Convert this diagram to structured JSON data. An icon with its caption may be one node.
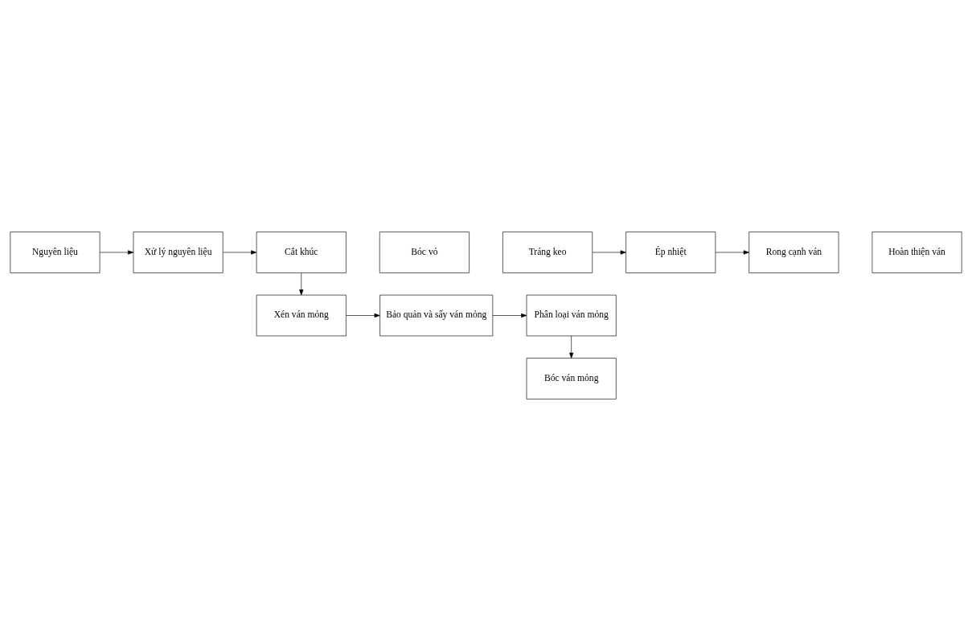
{
  "diagram": {
    "nodes": [
      {
        "text": [
          "Nguyên liệu"
        ]
      },
      {
        "text": [
          "Xử lý nguyên liệu"
        ]
      },
      {
        "text": [
          "Cắt khúc"
        ]
      },
      {
        "text": [
          "Bóc vỏ"
        ]
      },
      {
        "text": [
          "Phân loại ván mỏng"
        ]
      },
      {
        "text": [
          "Bảo quản và sấy ván mỏng"
        ]
      },
      {
        "text": [
          "Xén ván mỏng"
        ]
      },
      {
        "text": [
          "Bóc ván mỏng"
        ]
      },
      {
        "text": [
          "Tráng keo"
        ]
      },
      {
        "text": [
          "Ép nhiệt"
        ]
      },
      {
        "text": [
          "Rong cạnh ván"
        ]
      },
      {
        "text": [
          "Hoàn thiện ván"
        ]
      }
    ],
    "edges": [
      {
        "from": 0,
        "to": 1,
        "arrow": "to"
      },
      {
        "from": 1,
        "to": 2,
        "arrow": "to"
      },
      {
        "from": 2,
        "to": 6,
        "arrow": "to"
      },
      {
        "from": 6,
        "to": 5,
        "arrow": "to"
      },
      {
        "from": 5,
        "to": 4,
        "arrow": "to"
      },
      {
        "from": 4,
        "to": 7,
        "arrow": "to"
      },
      {
        "from": 8,
        "to": 9,
        "arrow": "to"
      },
      {
        "from": 9,
        "to": 10,
        "arrow": "to"
      }
    ]
  }
}
